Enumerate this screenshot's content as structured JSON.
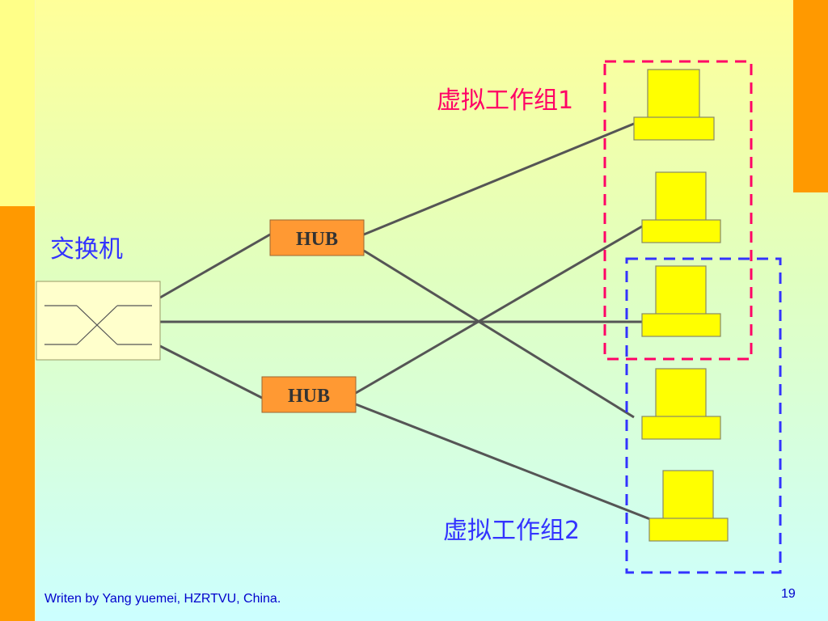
{
  "diagram": {
    "switch_label": "交换机",
    "hubs": [
      {
        "label": "HUB"
      },
      {
        "label": "HUB"
      }
    ],
    "groups": [
      {
        "label": "虚拟工作组1",
        "color": "#ff0066"
      },
      {
        "label": "虚拟工作组2",
        "color": "#3333ff"
      }
    ],
    "computer_count": 5
  },
  "footer": {
    "credit": "Writen by Yang yuemei, HZRTVU, China.",
    "page_number": "19"
  },
  "colors": {
    "accent_bar": "#ff9900",
    "hub_fill": "#ff9933",
    "computer_fill": "#ffff00",
    "switch_fill": "#ffffcc",
    "link_line": "#555555"
  }
}
